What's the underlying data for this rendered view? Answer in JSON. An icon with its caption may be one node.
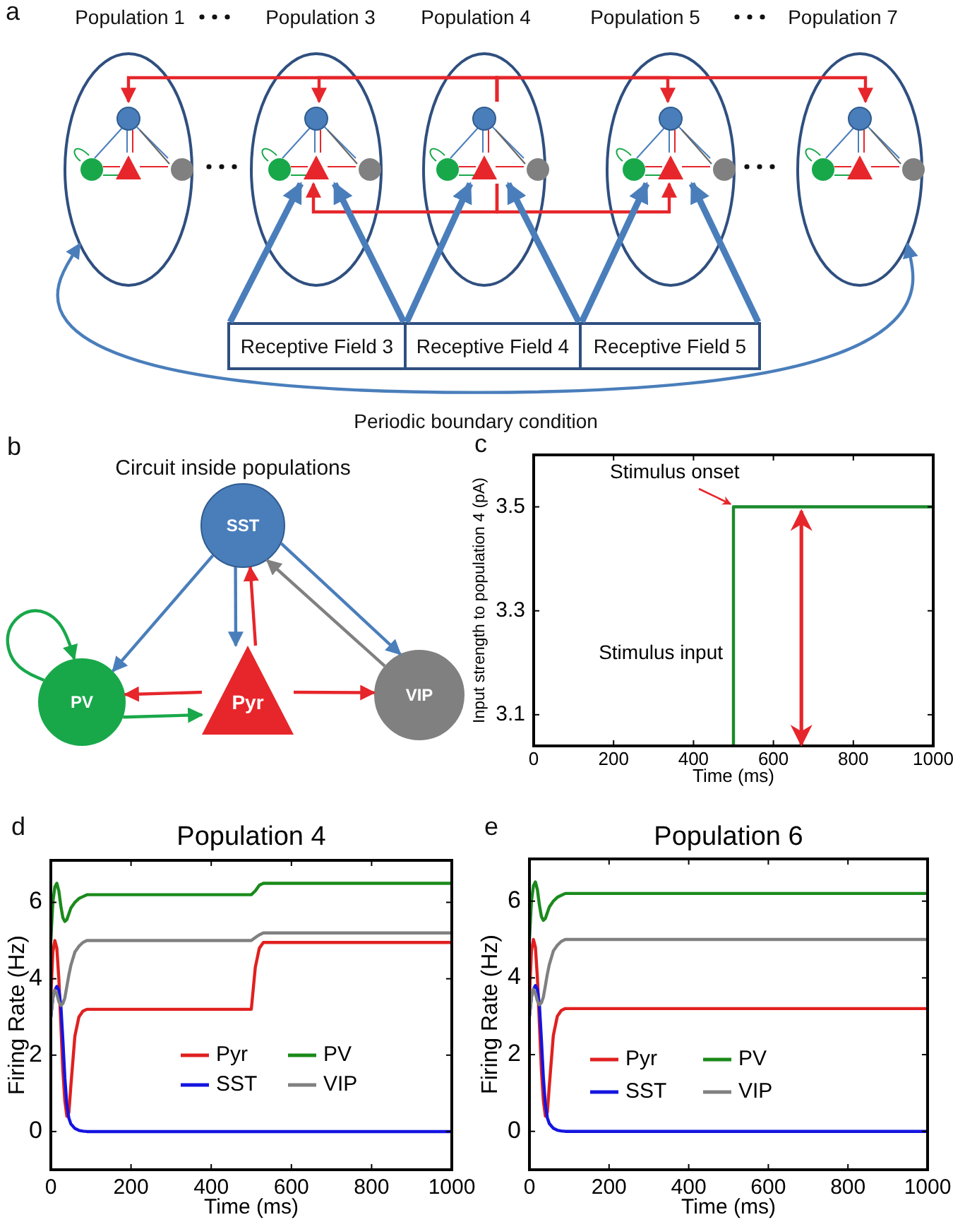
{
  "diagram": {
    "nodes": [
      {
        "text": [
          "Population 1"
        ]
      },
      {
        "text": [
          "Population 3"
        ]
      },
      {
        "text": [
          "Population 4"
        ]
      },
      {
        "text": [
          "Population 5"
        ]
      },
      {
        "text": [
          "Population 7"
        ]
      },
      {
        "text": [],
        "shape": "picture",
        "in": 0
      },
      {
        "text": [],
        "shape": "picture",
        "in": 1
      },
      {
        "text": [],
        "shape": "picture",
        "in": 2
      },
      {
        "text": [],
        "shape": "picture",
        "in": 3
      },
      {
        "text": [],
        "shape": "picture",
        "in": 4
      },
      {
        "text": [
          "Receptive Field 3"
        ]
      },
      {
        "text": [
          "Receptive Field 4"
        ]
      },
      {
        "text": [
          "Receptive Field 5"
        ]
      },
      {
        "text": [
          "SST"
        ]
      },
      {
        "text": [
          "PV"
        ]
      },
      {
        "text": [
          "Pyr"
        ]
      },
      {
        "text": [
          "VIP"
        ]
      }
    ],
    "edges": [
      {
        "from": 7,
        "to": 5,
        "arrow": "to",
        "color": "#e6262b"
      },
      {
        "from": 7,
        "to": 6,
        "arrow": "to",
        "color": "#e6262b"
      },
      {
        "from": 7,
        "to": 8,
        "arrow": "to",
        "color": "#e6262b"
      },
      {
        "from": 7,
        "to": 9,
        "arrow": "to",
        "color": "#e6262b"
      },
      {
        "from": 7,
        "to": 6,
        "arrow": "to",
        "color": "#e6262b"
      },
      {
        "from": 7,
        "to": 8,
        "arrow": "to",
        "color": "#e6262b"
      },
      {
        "from": 10,
        "to": 6,
        "arrow": "to",
        "style": "thick"
      },
      {
        "from": 10,
        "to": 6,
        "arrow": "to",
        "style": "thick"
      },
      {
        "from": 11,
        "to": 7,
        "arrow": "to",
        "style": "thick"
      },
      {
        "from": 11,
        "to": 7,
        "arrow": "to",
        "style": "thick"
      },
      {
        "from": 12,
        "to": 8,
        "arrow": "to",
        "style": "thick"
      },
      {
        "from": 12,
        "to": 8,
        "arrow": "to",
        "style": "thick"
      },
      {
        "from": 0,
        "to": 4,
        "arrow": "both",
        "label": "Periodic boundary condition"
      },
      {
        "from": 13,
        "to": 14,
        "arrow": "to"
      },
      {
        "from": 13,
        "to": 15,
        "arrow": "to"
      },
      {
        "from": 15,
        "to": 13,
        "arrow": "to",
        "color": "#e6262b"
      },
      {
        "from": 13,
        "to": 16,
        "arrow": "to"
      },
      {
        "from": 16,
        "to": 13,
        "arrow": "to",
        "color": "#808080"
      },
      {
        "from": 14,
        "to": 14,
        "arrow": "to",
        "color": "#18a84a"
      },
      {
        "from": 15,
        "to": 14,
        "arrow": "to",
        "color": "#e6262b"
      },
      {
        "from": 15,
        "to": 16,
        "arrow": "to",
        "color": "#e6262b"
      },
      {
        "from": 14,
        "to": 15,
        "arrow": "to",
        "color": "#18a84a"
      }
    ],
    "labels": [
      "a",
      "b",
      "Circuit inside populations",
      "c",
      "d",
      "e"
    ],
    "chart_data": [
      {
        "type": "line",
        "xlabel": "Time (ms)",
        "ylabel": "Input strength to population 4 (pA)",
        "xlim": [
          0,
          1000
        ],
        "ylim": [
          3.04,
          3.6
        ],
        "xticks": [
          0,
          200,
          400,
          600,
          800,
          1000
        ],
        "yticks": [
          3.1,
          3.3,
          3.5
        ],
        "x": [
          500,
          500,
          1000
        ],
        "series": [
          {
            "color": "#1b8a2e",
            "values": [
              3.04,
              3.5,
              3.5
            ]
          }
        ],
        "annotations": [
          {
            "text": "Stimulus onset",
            "x": 500,
            "y": 3.5
          },
          "Stimulus input"
        ],
        "ref_lines": [
          {
            "axis": "x",
            "value": 670,
            "color": "#e6262b"
          }
        ]
      },
      {
        "type": "line",
        "title": "Population 4",
        "xlabel": "Time (ms)",
        "ylabel": "Firing Rate (Hz)",
        "xlim": [
          0,
          1000
        ],
        "ylim": [
          -1,
          7.1
        ],
        "xticks": [
          0,
          200,
          400,
          600,
          800,
          1000
        ],
        "yticks": [
          0,
          2,
          4,
          6
        ],
        "legend": true,
        "x": [
          0,
          5,
          10,
          15,
          20,
          25,
          30,
          35,
          40,
          45,
          50,
          60,
          70,
          80,
          90,
          100,
          150,
          200,
          300,
          400,
          500,
          510,
          520,
          530,
          540,
          600,
          800,
          1000
        ],
        "series": [
          {
            "name": "Pyr",
            "color": "#e0201f",
            "values": [
              3.5,
              4.7,
              5.0,
              4.8,
              4.0,
              2.8,
              1.6,
              0.8,
              0.4,
              0.5,
              1.2,
              2.5,
              3.0,
              3.15,
              3.2,
              3.2,
              3.2,
              3.2,
              3.2,
              3.2,
              3.2,
              4.3,
              4.8,
              4.95,
              4.95,
              4.95,
              4.95,
              4.95
            ]
          },
          {
            "name": "SST",
            "color": "#1414e0",
            "values": [
              3.0,
              3.5,
              3.7,
              3.8,
              3.7,
              3.3,
              2.4,
              1.4,
              0.7,
              0.35,
              0.2,
              0.08,
              0.03,
              0.01,
              0,
              0,
              0,
              0,
              0,
              0,
              0,
              0,
              0,
              0,
              0,
              0,
              0,
              0
            ]
          },
          {
            "name": "PV",
            "color": "#1a8a1a",
            "values": [
              5.0,
              6.0,
              6.4,
              6.5,
              6.3,
              5.9,
              5.6,
              5.5,
              5.55,
              5.7,
              5.85,
              6.0,
              6.1,
              6.15,
              6.2,
              6.2,
              6.2,
              6.2,
              6.2,
              6.2,
              6.2,
              6.3,
              6.45,
              6.5,
              6.5,
              6.5,
              6.5,
              6.5
            ]
          },
          {
            "name": "VIP",
            "color": "#808080",
            "values": [
              3.0,
              3.5,
              3.7,
              3.6,
              3.4,
              3.3,
              3.35,
              3.5,
              3.8,
              4.1,
              4.35,
              4.7,
              4.85,
              4.95,
              5.0,
              5.0,
              5.0,
              5.0,
              5.0,
              5.0,
              5.0,
              5.08,
              5.15,
              5.2,
              5.2,
              5.2,
              5.2,
              5.2
            ]
          }
        ]
      },
      {
        "type": "line",
        "title": "Population 6",
        "xlabel": "Time (ms)",
        "ylabel": "Firing Rate (Hz)",
        "xlim": [
          0,
          1000
        ],
        "ylim": [
          -1,
          7.1
        ],
        "xticks": [
          0,
          200,
          400,
          600,
          800,
          1000
        ],
        "yticks": [
          0,
          2,
          4,
          6
        ],
        "legend": true,
        "x": [
          0,
          5,
          10,
          15,
          20,
          25,
          30,
          35,
          40,
          45,
          50,
          60,
          70,
          80,
          90,
          100,
          150,
          200,
          300,
          400,
          500,
          510,
          520,
          530,
          540,
          600,
          800,
          1000
        ],
        "series": [
          {
            "name": "Pyr",
            "color": "#e0201f",
            "values": [
              3.5,
              4.7,
              5.0,
              4.8,
              4.0,
              2.8,
              1.6,
              0.8,
              0.4,
              0.5,
              1.2,
              2.5,
              3.0,
              3.15,
              3.2,
              3.2,
              3.2,
              3.2,
              3.2,
              3.2,
              3.2,
              3.2,
              3.2,
              3.2,
              3.2,
              3.2,
              3.2,
              3.2
            ]
          },
          {
            "name": "SST",
            "color": "#1414e0",
            "values": [
              3.0,
              3.5,
              3.7,
              3.8,
              3.7,
              3.3,
              2.4,
              1.4,
              0.7,
              0.35,
              0.2,
              0.08,
              0.03,
              0.01,
              0,
              0,
              0,
              0,
              0,
              0,
              0,
              0,
              0,
              0,
              0,
              0,
              0,
              0
            ]
          },
          {
            "name": "PV",
            "color": "#1a8a1a",
            "values": [
              5.0,
              6.0,
              6.4,
              6.5,
              6.3,
              5.9,
              5.6,
              5.5,
              5.55,
              5.7,
              5.85,
              6.0,
              6.1,
              6.15,
              6.2,
              6.2,
              6.2,
              6.2,
              6.2,
              6.2,
              6.2,
              6.2,
              6.2,
              6.2,
              6.2,
              6.2,
              6.2,
              6.2
            ]
          },
          {
            "name": "VIP",
            "color": "#808080",
            "values": [
              3.0,
              3.5,
              3.7,
              3.6,
              3.4,
              3.3,
              3.35,
              3.5,
              3.8,
              4.1,
              4.35,
              4.7,
              4.85,
              4.95,
              5.0,
              5.0,
              5.0,
              5.0,
              5.0,
              5.0,
              5.0,
              5.0,
              5.0,
              5.0,
              5.0,
              5.0,
              5.0,
              5.0
            ]
          }
        ]
      }
    ]
  }
}
